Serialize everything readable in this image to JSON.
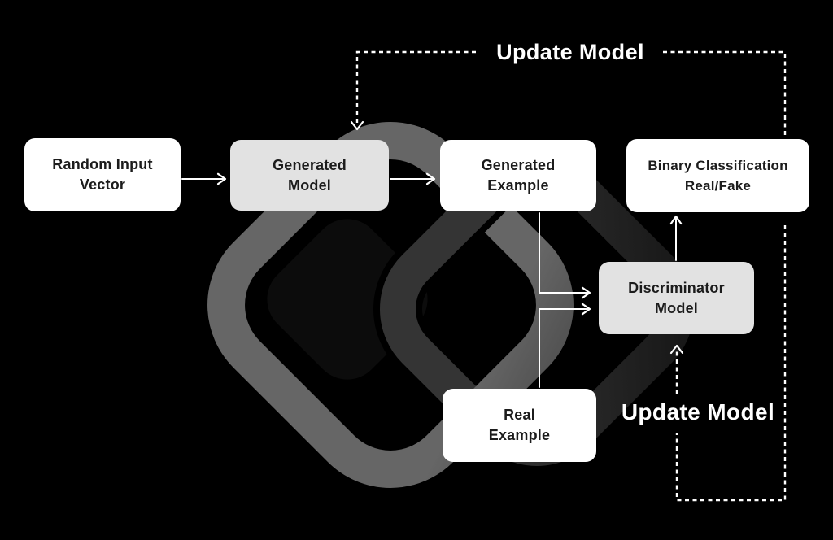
{
  "diagram": {
    "type": "flow-diagram",
    "subject": "generative-adversarial-network"
  },
  "colors": {
    "background": "#000000",
    "node_fill_white": "#ffffff",
    "node_fill_gray": "#e2e2e2",
    "node_text": "#1c1c1c",
    "connector": "#ffffff",
    "annotation_text": "#ffffff",
    "watermark_light": "#666666",
    "watermark_dark": "#0a0a0a"
  },
  "nodes": [
    {
      "id": "random-input-vector",
      "label": "Random Input\nVector",
      "variant": "white"
    },
    {
      "id": "generated-model",
      "label": "Generated\nModel",
      "variant": "gray"
    },
    {
      "id": "generated-example",
      "label": "Generated\nExample",
      "variant": "white"
    },
    {
      "id": "binary-classification",
      "label": "Binary Classification\nReal/Fake",
      "variant": "white"
    },
    {
      "id": "discriminator-model",
      "label": "Discriminator\nModel",
      "variant": "gray"
    },
    {
      "id": "real-example",
      "label": "Real\nExample",
      "variant": "white"
    }
  ],
  "annotations": [
    {
      "id": "update-model-top",
      "text": "Update Model"
    },
    {
      "id": "update-model-bottom",
      "text": "Update Model"
    }
  ],
  "edges": [
    {
      "from": "random-input-vector",
      "to": "generated-model",
      "style": "solid"
    },
    {
      "from": "generated-model",
      "to": "generated-example",
      "style": "solid"
    },
    {
      "from": "generated-example",
      "to": "discriminator-model",
      "style": "solid"
    },
    {
      "from": "real-example",
      "to": "discriminator-model",
      "style": "solid"
    },
    {
      "from": "discriminator-model",
      "to": "binary-classification",
      "style": "solid"
    },
    {
      "from": "binary-classification",
      "to": "generated-model",
      "style": "dashed",
      "label": "Update Model"
    },
    {
      "from": "binary-classification",
      "to": "discriminator-model",
      "style": "dashed",
      "label": "Update Model"
    }
  ]
}
